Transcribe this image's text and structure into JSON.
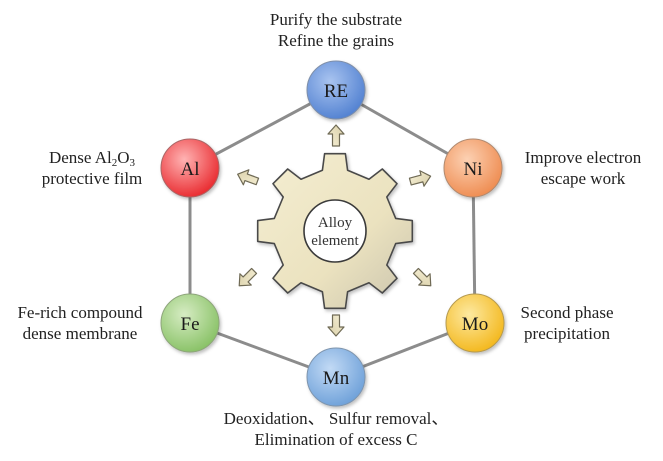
{
  "center": {
    "line1": "Alloy",
    "line2": "element",
    "icon": "gear-icon"
  },
  "nodes": [
    {
      "id": "re",
      "symbol": "RE",
      "color_light": "#a9c4f0",
      "color_dark": "#4f7fd0",
      "lines": [
        "Purify the substrate",
        "Refine the grains"
      ]
    },
    {
      "id": "ni",
      "symbol": "Ni",
      "color_light": "#fcd1b3",
      "color_dark": "#ee8a4e",
      "lines": [
        "Improve electron",
        "escape work"
      ]
    },
    {
      "id": "mo",
      "symbol": "Mo",
      "color_light": "#fde9a0",
      "color_dark": "#f3b619",
      "lines": [
        "Second phase",
        "precipitation"
      ]
    },
    {
      "id": "mn",
      "symbol": "Mn",
      "color_light": "#c2daf5",
      "color_dark": "#6c9fd8",
      "lines": [
        "Deoxidation、 Sulfur removal、",
        "Elimination of excess C"
      ]
    },
    {
      "id": "fe",
      "symbol": "Fe",
      "color_light": "#d6ecc3",
      "color_dark": "#86c063",
      "lines": [
        "Fe-rich compound",
        "dense membrane"
      ]
    },
    {
      "id": "al",
      "symbol": "Al",
      "color_light": "#ffb3b3",
      "color_dark": "#e8262b",
      "lines_rich": {
        "pre": "Dense Al",
        "sub1": "2",
        "mid": "O",
        "sub2": "3",
        "line2": "protective film"
      }
    }
  ],
  "colors": {
    "edge": "#8c8c8c",
    "gear_fill": "#efe6c4",
    "gear_stroke": "#4a4a4a",
    "arrow_fill": "#ece3bd",
    "arrow_stroke": "#6f6a55"
  }
}
